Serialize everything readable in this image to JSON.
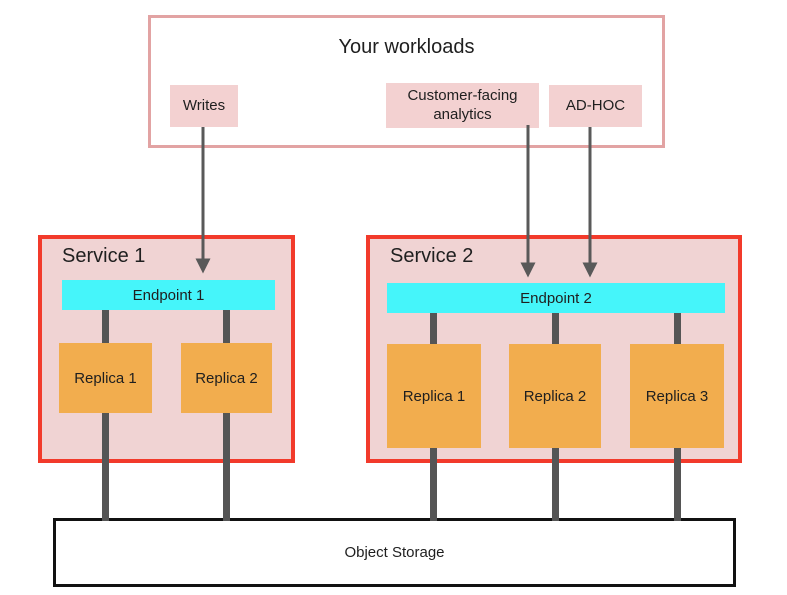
{
  "diagram_title": "Your workloads",
  "workloads": {
    "title": "Your workloads",
    "items": [
      {
        "label": "Writes"
      },
      {
        "label": "Customer-facing analytics"
      },
      {
        "label": "AD-HOC"
      }
    ]
  },
  "services": [
    {
      "name": "Service 1",
      "endpoint": "Endpoint 1",
      "replicas": [
        "Replica 1",
        "Replica 2"
      ]
    },
    {
      "name": "Service 2",
      "endpoint": "Endpoint 2",
      "replicas": [
        "Replica 1",
        "Replica 2",
        "Replica 3"
      ]
    }
  ],
  "storage": {
    "label": "Object Storage"
  },
  "connections": [
    "Writes -> Endpoint 1",
    "Customer-facing analytics -> Endpoint 2",
    "AD-HOC -> Endpoint 2",
    "Endpoint 1 -> Replica 1 (Service 1)",
    "Endpoint 1 -> Replica 2 (Service 1)",
    "Endpoint 2 -> Replica 1 (Service 2)",
    "Endpoint 2 -> Replica 2 (Service 2)",
    "Endpoint 2 -> Replica 3 (Service 2)",
    "Service 1 replicas -> Object Storage",
    "Service 2 replicas -> Object Storage"
  ],
  "colors": {
    "workloads-border": "#e2a3a3",
    "workload-item-bg": "#f3d1d1",
    "service-bg": "#f0d3d3",
    "service-border": "#f23a2b",
    "endpoint-bg": "#45f5fa",
    "replica-bg": "#f2ad4e",
    "connector": "#555555",
    "arrow": "#595959",
    "storage-border": "#111111",
    "text": "#1f1f1f"
  }
}
